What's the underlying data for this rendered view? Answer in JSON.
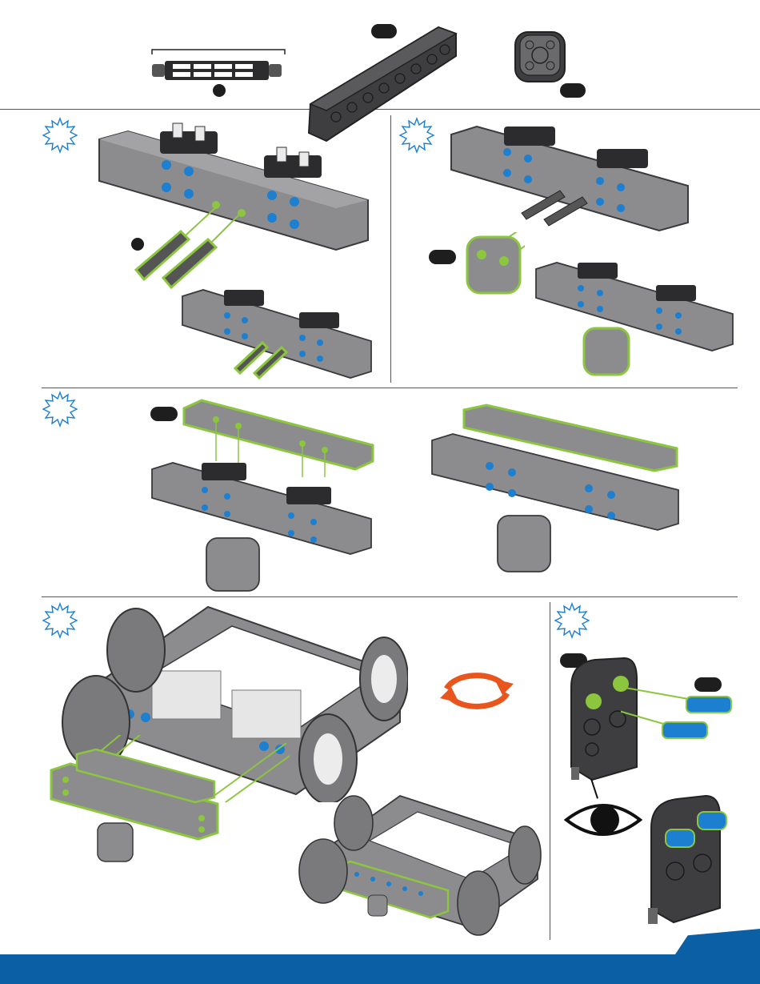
{
  "parts": {
    "top": [
      {
        "name": "pin-connector-part",
        "qty": ""
      },
      {
        "name": "long-beam-part",
        "qty": ""
      },
      {
        "name": "square-plate-part",
        "qty": ""
      }
    ]
  },
  "steps": [
    {
      "name": "step-1"
    },
    {
      "name": "step-2"
    },
    {
      "name": "step-3"
    },
    {
      "name": "step-4"
    },
    {
      "name": "step-5"
    }
  ],
  "colors": {
    "part_gray": "#8c8c8f",
    "part_dark": "#4a4a4c",
    "pin_blue": "#1d7fd0",
    "highlight_green": "#8cc63f",
    "rotate_orange": "#e8551d",
    "footer_blue": "#0b5fa5"
  },
  "icons": [
    "starburst-icon",
    "rotate-icon",
    "eye-icon"
  ]
}
